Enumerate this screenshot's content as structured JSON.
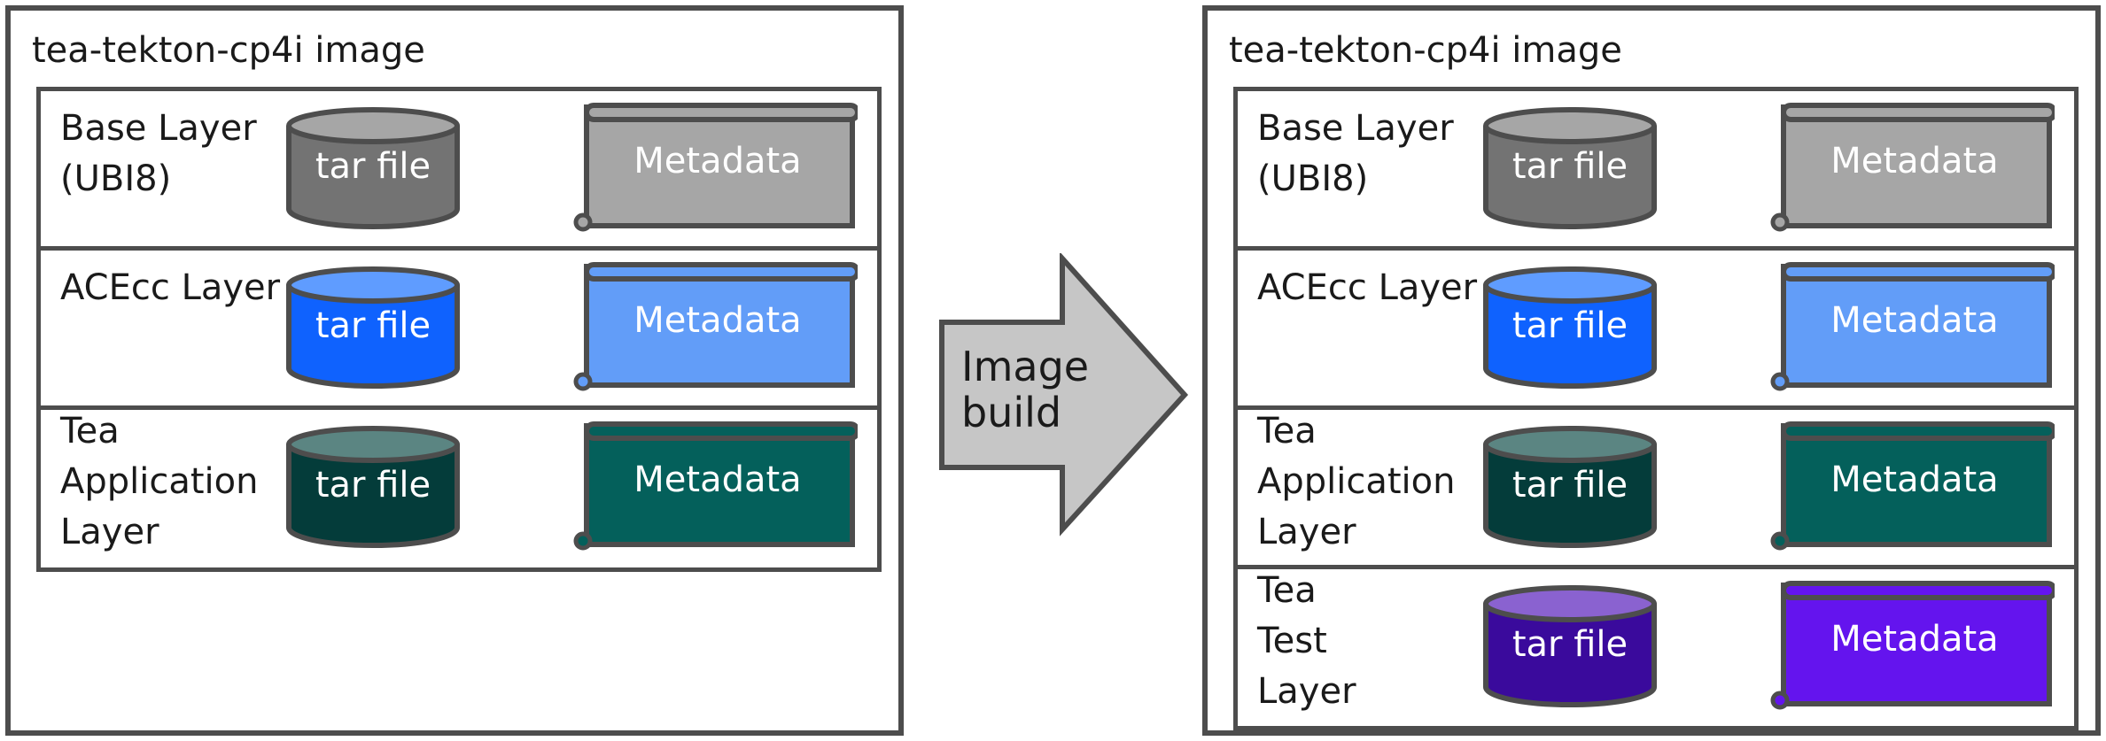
{
  "left_panel": {
    "title": "tea-tekton-cp4i image",
    "layers": [
      {
        "name_lines": [
          "Base Layer",
          "(UBI8)"
        ],
        "tar_label": "tar file",
        "meta_label": "Metadata",
        "tar_body_color": "#737373",
        "tar_top_color": "#a6a6a6",
        "meta_color": "#a6a6a6"
      },
      {
        "name_lines": [
          "ACEcc Layer"
        ],
        "tar_label": "tar file",
        "meta_label": "Metadata",
        "tar_body_color": "#0f62fe",
        "tar_top_color": "#5f9cff",
        "meta_color": "#629df8"
      },
      {
        "name_lines": [
          "Tea",
          "Application",
          "Layer"
        ],
        "tar_label": "tar file",
        "meta_label": "Metadata",
        "tar_body_color": "#043c3a",
        "tar_top_color": "#5b8582",
        "meta_color": "#04605b"
      }
    ]
  },
  "arrow": {
    "label_lines": [
      "Image",
      "build"
    ],
    "color": "#c6c6c6"
  },
  "right_panel": {
    "title": "tea-tekton-cp4i image",
    "layers": [
      {
        "name_lines": [
          "Base Layer",
          "(UBI8)"
        ],
        "tar_label": "tar file",
        "meta_label": "Metadata",
        "tar_body_color": "#737373",
        "tar_top_color": "#a6a6a6",
        "meta_color": "#a6a6a6"
      },
      {
        "name_lines": [
          "ACEcc Layer"
        ],
        "tar_label": "tar file",
        "meta_label": "Metadata",
        "tar_body_color": "#0f62fe",
        "tar_top_color": "#5f9cff",
        "meta_color": "#629df8"
      },
      {
        "name_lines": [
          "Tea",
          "Application",
          "Layer"
        ],
        "tar_label": "tar file",
        "meta_label": "Metadata",
        "tar_body_color": "#043c3a",
        "tar_top_color": "#5b8582",
        "meta_color": "#04605b"
      },
      {
        "name_lines": [
          "Tea",
          "Test",
          "Layer"
        ],
        "tar_label": "tar file",
        "meta_label": "Metadata",
        "tar_body_color": "#3a0a9c",
        "tar_top_color": "#8a62d0",
        "meta_color": "#6414ee"
      }
    ]
  }
}
